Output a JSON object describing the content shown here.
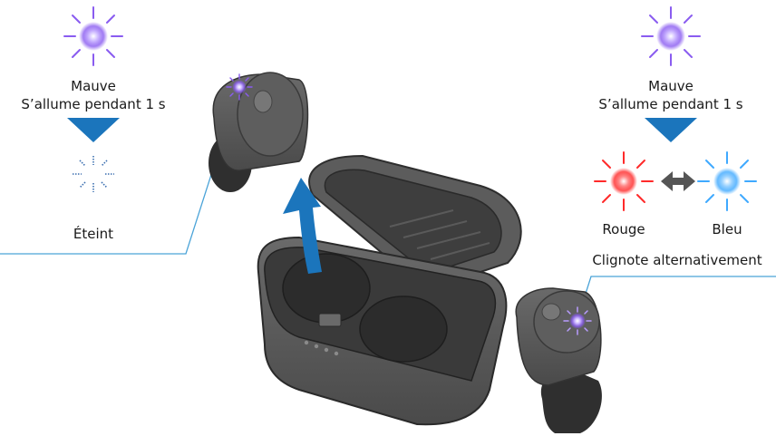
{
  "left_panel": {
    "state1_color_label": "Mauve",
    "state1_desc": "S’allume pendant 1 s",
    "state2_label": "Éteint"
  },
  "right_panel": {
    "state1_color_label": "Mauve",
    "state1_desc": "S’allume pendant 1 s",
    "red_label": "Rouge",
    "blue_label": "Bleu",
    "alt_label": "Clignote alternativement"
  },
  "colors": {
    "mauve": "#8a5cf0",
    "red": "#ff2a2a",
    "blue": "#3fa9ff",
    "arrow_blue": "#1b75bc",
    "case_gray": "#5a5a5a",
    "callout_line": "#4aa3d8"
  }
}
